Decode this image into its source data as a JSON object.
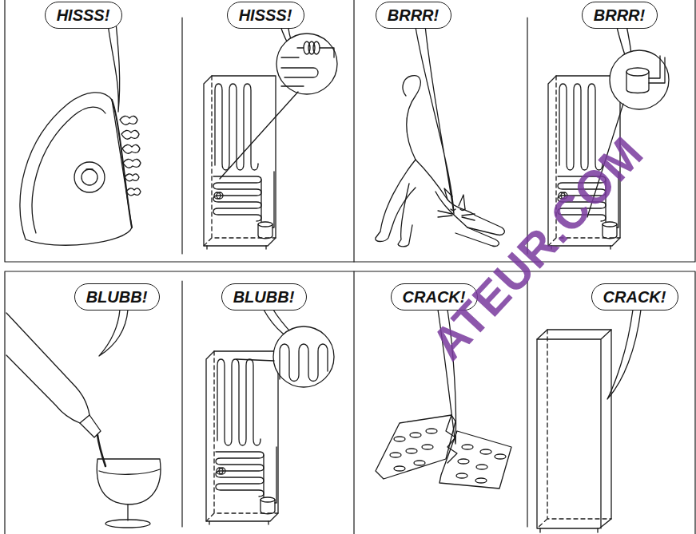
{
  "diagram": {
    "nodes": [
      {
        "text": [
          "HISSS!"
        ]
      },
      {
        "text": [
          "HISSS!"
        ]
      },
      {
        "text": [
          "BRRR!"
        ]
      },
      {
        "text": [
          "BRRR!"
        ]
      },
      {
        "text": [
          "BLUBB!"
        ]
      },
      {
        "text": [
          "BLUBB!"
        ]
      },
      {
        "text": [
          "CRACK!"
        ]
      },
      {
        "text": [
          "CRACK!"
        ]
      }
    ],
    "labels": [
      "ATEUR.COM"
    ]
  }
}
